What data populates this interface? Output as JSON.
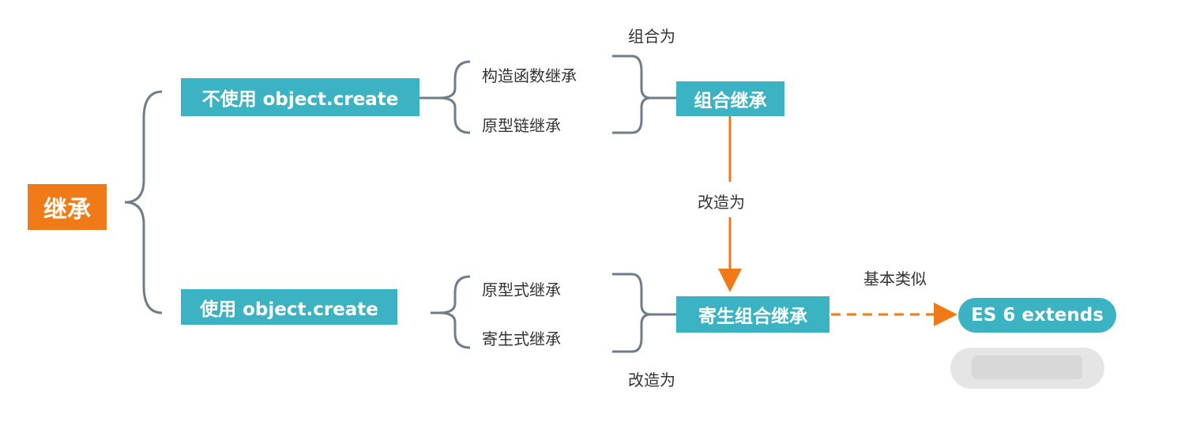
{
  "root": {
    "label": "继承"
  },
  "branch_no_create": {
    "label": "不使用 object.create",
    "children": [
      "构造函数继承",
      "原型链继承"
    ],
    "combines_as": "组合为",
    "result": "组合继承"
  },
  "branch_create": {
    "label": "使用 object.create",
    "children": [
      "原型式继承",
      "寄生式继承"
    ],
    "transforms_as": "改造为",
    "result": "寄生组合继承"
  },
  "combo_to_parasitic_label": "改造为",
  "similar_label": "基本类似",
  "es6": {
    "label": "ES 6 extends"
  },
  "colors": {
    "teal": "#3bb3c3",
    "orange": "#f07a17",
    "bracket": "#6f7d8a",
    "text": "#333333",
    "blur": "#dddddd"
  }
}
